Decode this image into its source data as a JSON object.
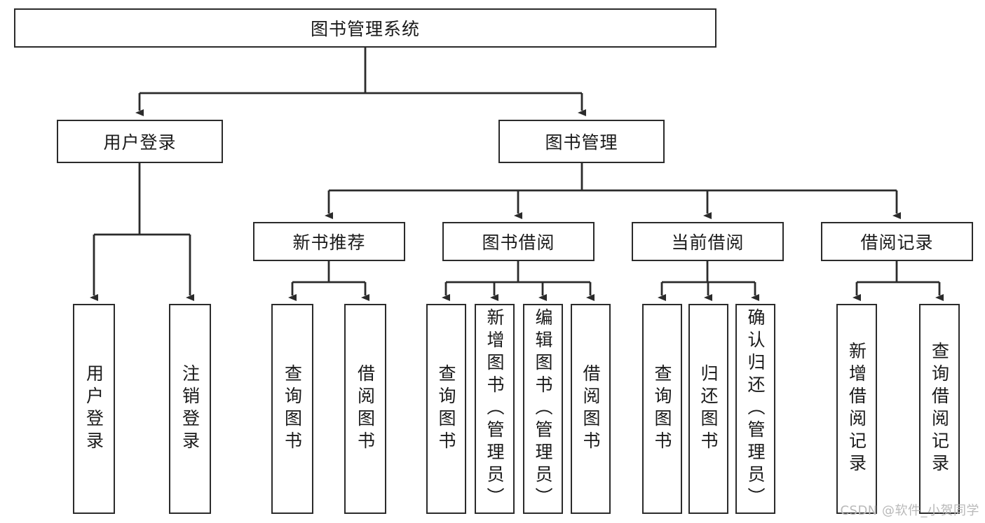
{
  "diagram": {
    "type": "tree-hierarchy-chart",
    "title": "图书管理系统",
    "root": {
      "id": "root",
      "label": "图书管理系统",
      "orientation": "horizontal"
    },
    "level2": [
      {
        "id": "user-login",
        "label": "用户登录",
        "orientation": "horizontal"
      },
      {
        "id": "book-management",
        "label": "图书管理",
        "orientation": "horizontal"
      }
    ],
    "level3": [
      {
        "id": "new-book-recommend",
        "label": "新书推荐",
        "parent": "book-management",
        "orientation": "horizontal"
      },
      {
        "id": "book-borrow",
        "label": "图书借阅",
        "parent": "book-management",
        "orientation": "horizontal"
      },
      {
        "id": "current-borrow",
        "label": "当前借阅",
        "parent": "book-management",
        "orientation": "horizontal"
      },
      {
        "id": "borrow-record",
        "label": "借阅记录",
        "parent": "book-management",
        "orientation": "horizontal"
      }
    ],
    "leaves": [
      {
        "id": "leaf-user-login",
        "label": "用户登录",
        "parent": "user-login",
        "orientation": "vertical"
      },
      {
        "id": "leaf-user-logout",
        "label": "注销登录",
        "parent": "user-login",
        "orientation": "vertical"
      },
      {
        "id": "leaf-query-book-1",
        "label": "查询图书",
        "parent": "new-book-recommend",
        "orientation": "vertical"
      },
      {
        "id": "leaf-borrow-book-1",
        "label": "借阅图书",
        "parent": "new-book-recommend",
        "orientation": "vertical"
      },
      {
        "id": "leaf-query-book-2",
        "label": "查询图书",
        "parent": "book-borrow",
        "orientation": "vertical"
      },
      {
        "id": "leaf-add-book",
        "label": "新增图书（管理员）",
        "parent": "book-borrow",
        "orientation": "vertical"
      },
      {
        "id": "leaf-edit-book",
        "label": "编辑图书（管理员）",
        "parent": "book-borrow",
        "orientation": "vertical"
      },
      {
        "id": "leaf-borrow-book-2",
        "label": "借阅图书",
        "parent": "book-borrow",
        "orientation": "vertical"
      },
      {
        "id": "leaf-query-book-3",
        "label": "查询图书",
        "parent": "current-borrow",
        "orientation": "vertical"
      },
      {
        "id": "leaf-return-book",
        "label": "归还图书",
        "parent": "current-borrow",
        "orientation": "vertical"
      },
      {
        "id": "leaf-confirm-return",
        "label": "确认归还（管理员）",
        "parent": "current-borrow",
        "orientation": "vertical"
      },
      {
        "id": "leaf-add-record",
        "label": "新增借阅记录",
        "parent": "borrow-record",
        "orientation": "vertical"
      },
      {
        "id": "leaf-query-record",
        "label": "查询借阅记录",
        "parent": "borrow-record",
        "orientation": "vertical"
      }
    ],
    "watermark": "CSDN @软件_小贺同学",
    "colors": {
      "stroke": "#2b2b2b",
      "fill": "#ffffff",
      "text": "#1a1a1a",
      "watermark": "#b9b9b9"
    }
  }
}
